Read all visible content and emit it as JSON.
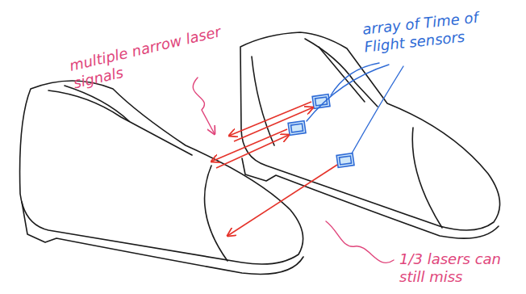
{
  "diagram": {
    "labels": [
      "multiple narrow laser signals",
      "array of Time of Flight sensors",
      "1/3 lasers can still miss"
    ]
  }
}
